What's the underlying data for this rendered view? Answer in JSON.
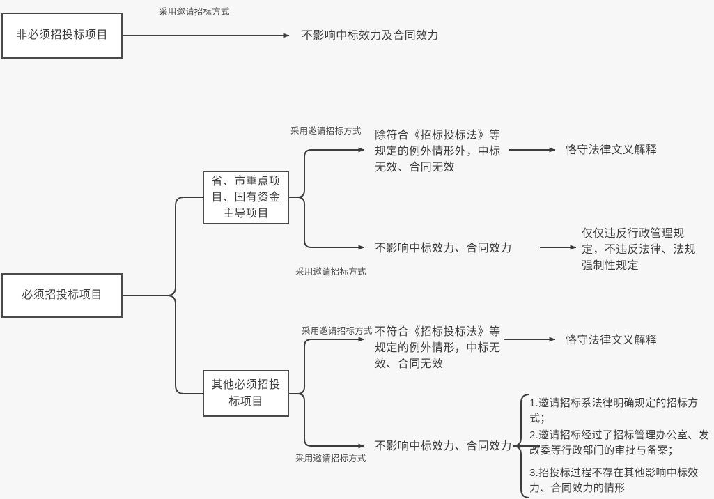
{
  "canvas": {
    "background": "#f7f7f7",
    "stroke": "#3d3d3d",
    "box_fill": "#ffffff",
    "box_border": "#4a4a4a",
    "text_color": "#3d3d3d"
  },
  "nodes": {
    "non_mandatory": {
      "label": "非必须招投标项目"
    },
    "mandatory": {
      "label": "必须招投标项目"
    },
    "key_projects": {
      "label": "省、市重点项\n目、国有资金\n主导项目"
    },
    "other_mandatory": {
      "label": "其他必须招投\n标项目"
    }
  },
  "outcomes": {
    "non_mandatory_result": "不影响中标效力及合同效力",
    "key_invalid": "除符合《招标投标法》等\n规定的例外情形外，中标\n无效、合同无效",
    "key_invalid_reason": "恪守法律文义解释",
    "key_valid": "不影响中标效力、合同效力",
    "key_valid_reason": "仅仅违反行政管理规\n定，不违反法律、法规\n强制性规定",
    "other_invalid": "不符合《招标投标法》等\n规定的例外情形，中标无\n效、合同无效",
    "other_invalid_reason": "恪守法律文义解释",
    "other_valid": "不影响中标效力、合同效力"
  },
  "edge_labels": {
    "top": "采用邀请招标方式",
    "key_upper": "采用邀请招标方式",
    "key_lower": "采用邀请招标方式",
    "other_upper": "采用邀请招标方式",
    "other_lower": "采用邀请招标方式"
  },
  "conditions_list": [
    "1.邀请招标系法律明确规定的招标方式；",
    "2.邀请招标经过了招标管理办公室、发\n改委等行政部门的审批与备案；",
    "3.招投标过程不存在其他影响中标效\n力、合同效力的情形"
  ]
}
